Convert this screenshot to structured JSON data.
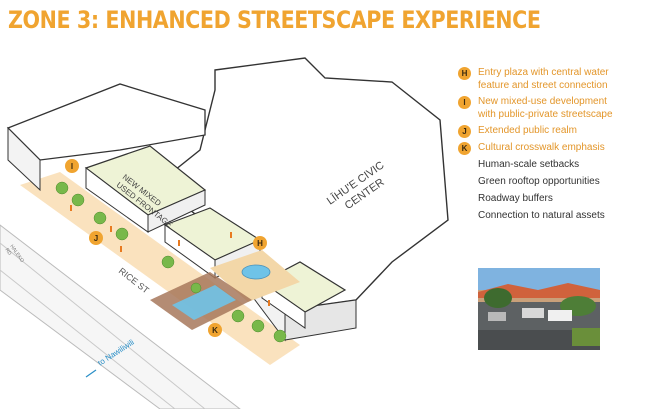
{
  "title": "ZONE 3: ENHANCED STREETSCAPE EXPERIENCE",
  "labels": {
    "frontage": [
      "NEW MIXED",
      "USED FRONTAGE"
    ],
    "civic_center": [
      "LĪHU'E CIVIC",
      "CENTER"
    ],
    "rice_st": "RICE ST",
    "nawiliwili": "to Nawiliwili",
    "side_road": [
      "HALEKO",
      "RD"
    ]
  },
  "legend": [
    {
      "key": "H",
      "lines": [
        "Entry plaza with central water",
        "feature and street connection"
      ]
    },
    {
      "key": "I",
      "lines": [
        "New mixed-use development",
        "with public-private streetscape"
      ]
    },
    {
      "key": "J",
      "lines": [
        "Extended public realm"
      ]
    },
    {
      "key": "K",
      "lines": [
        "Cultural crosswalk emphasis"
      ]
    }
  ],
  "notes": [
    "Human-scale setbacks",
    "Green rooftop opportunities",
    "Roadway buffers",
    "Connection to natural assets"
  ],
  "markers": [
    "I",
    "J",
    "H",
    "K"
  ],
  "colors": {
    "accent": "#f0a430",
    "green_roof": "#eef3d6",
    "tree_green": "#78b84a",
    "water": "#6fc3e8",
    "crosswalk": "#a7785c"
  }
}
